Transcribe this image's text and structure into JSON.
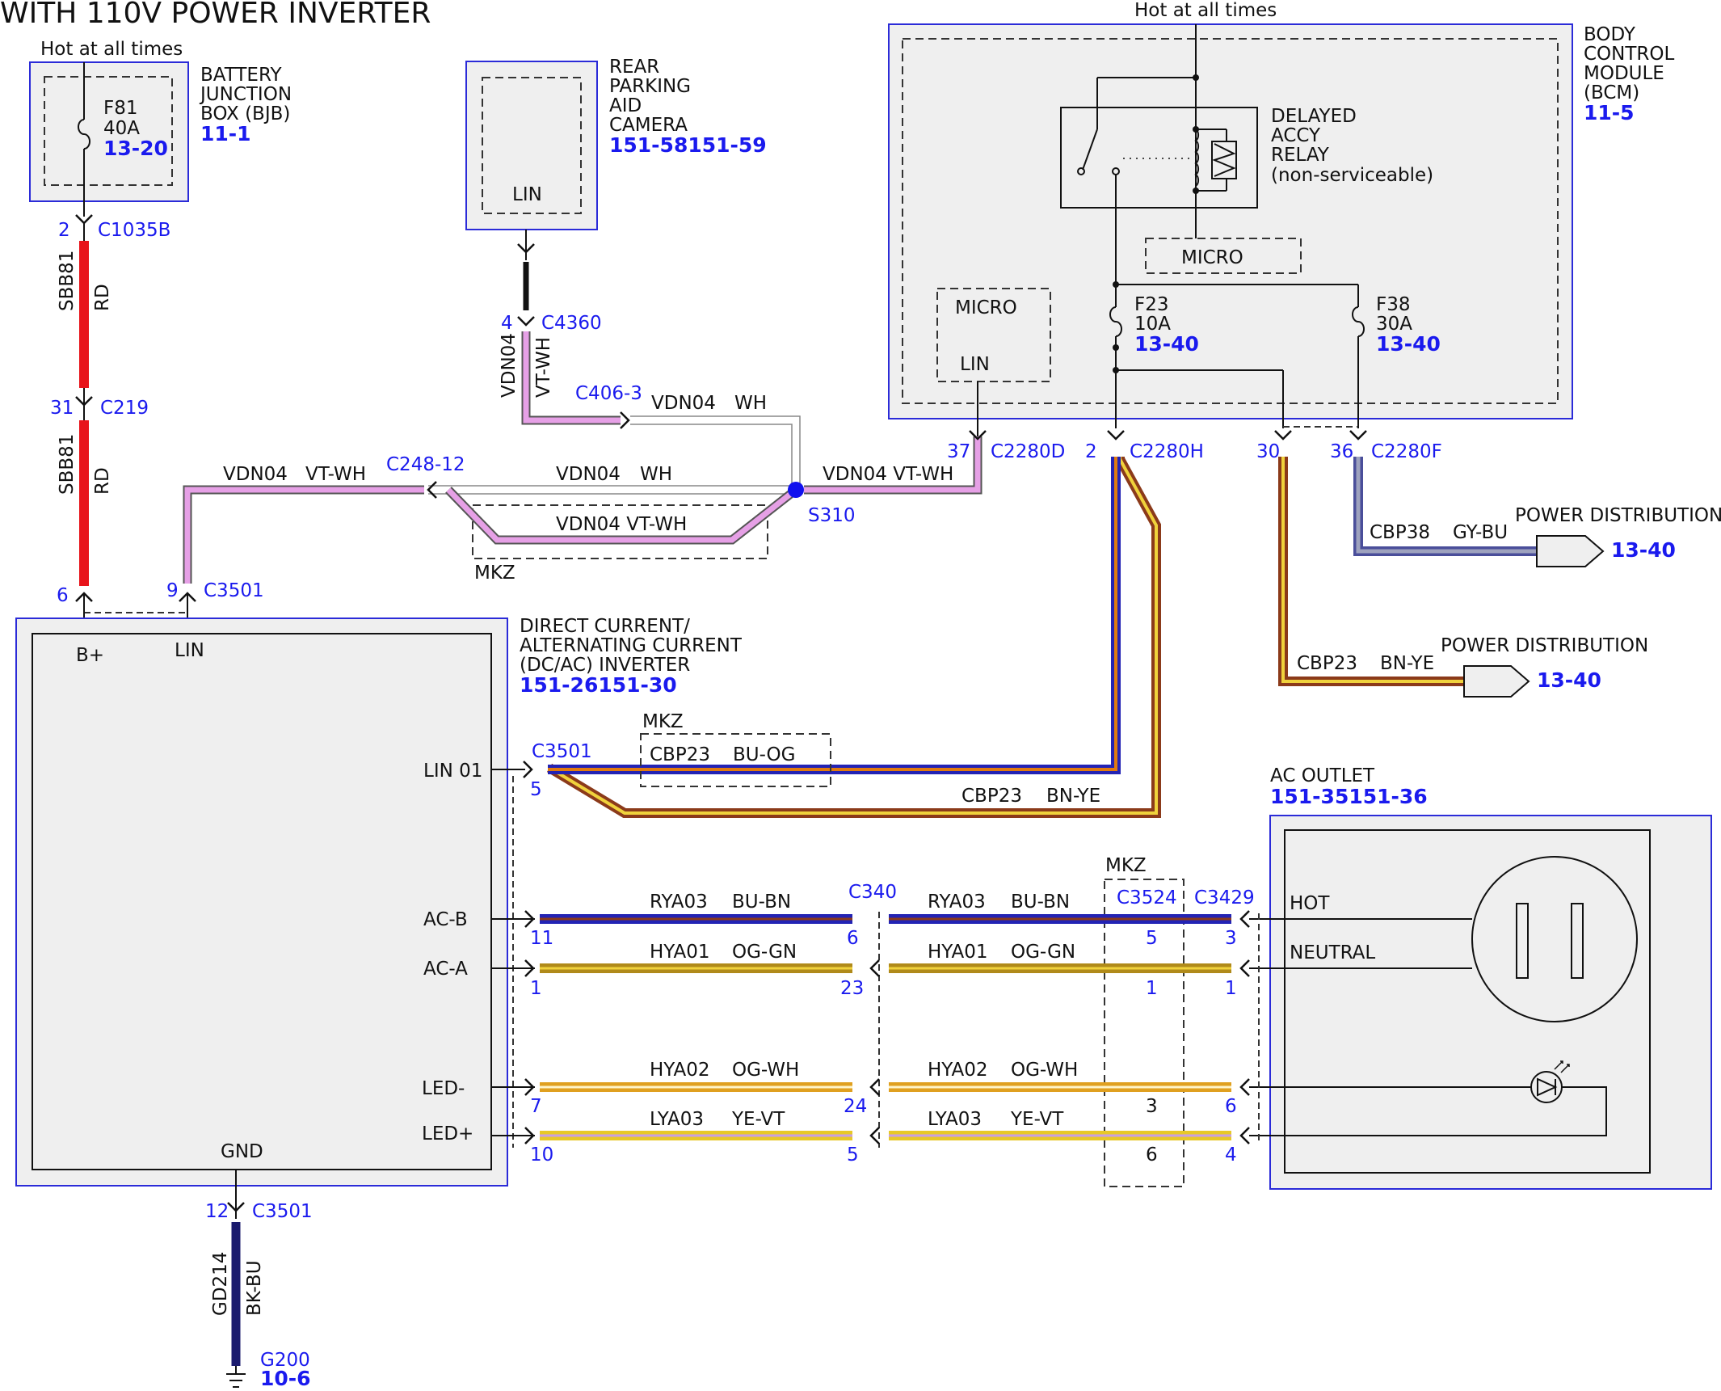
{
  "title": "WITH 110V POWER INVERTER",
  "colors": {
    "wire_rd": "#e8141b",
    "wire_vt_wh": "#e6a0e6",
    "wire_bu": "#2323b4",
    "wire_bn": "#8b3a1a",
    "wire_og": "#e07a10",
    "wire_yellow": "#f0d23c",
    "wire_gy": "#8a8ea8",
    "wire_bk": "#1a1a6e",
    "box_border": "#2b2bd8",
    "box_fill": "#efefef",
    "ref_blue": "#1a1aee"
  },
  "bjb": {
    "hot": "Hot at all times",
    "name1": "BATTERY",
    "name2": "JUNCTION",
    "name3": "BOX (BJB)",
    "ref": "11-1",
    "fuse": "F81",
    "amps": "40A",
    "fuse_ref": "13-20"
  },
  "camera": {
    "name1": "REAR",
    "name2": "PARKING",
    "name3": "AID",
    "name4": "CAMERA",
    "ref": "151-58151-59",
    "pin_label": "LIN"
  },
  "bcm": {
    "hot": "Hot at all times",
    "name1": "BODY",
    "name2": "CONTROL",
    "name3": "MODULE",
    "name4": "(BCM)",
    "ref": "11-5",
    "relay1": "DELAYED",
    "relay2": "ACCY",
    "relay3": "RELAY",
    "relay4": "(non-serviceable)",
    "micro": "MICRO",
    "micro_lin_1": "MICRO",
    "micro_lin_2": "LIN",
    "f23": "F23",
    "f23_amps": "10A",
    "f23_ref": "13-40",
    "f38": "F38",
    "f38_amps": "30A",
    "f38_ref": "13-40"
  },
  "inverter": {
    "name1": "DIRECT CURRENT/",
    "name2": "ALTERNATING CURRENT",
    "name3": "(DC/AC) INVERTER",
    "ref": "151-26151-30",
    "pin_bplus": "B+",
    "pin_lin": "LIN",
    "pin_lin01": "LIN 01",
    "pin_acb": "AC-B",
    "pin_aca": "AC-A",
    "pin_ledm": "LED-",
    "pin_ledp": "LED+",
    "pin_gnd": "GND"
  },
  "outlet": {
    "name": "AC OUTLET",
    "ref": "151-35151-36",
    "hot": "HOT",
    "neutral": "NEUTRAL"
  },
  "connectors": {
    "c1035b": "C1035B",
    "c1035b_pin": "2",
    "c219": "C219",
    "c219_pin": "31",
    "c3501_top": "C3501",
    "c3501_pin6": "6",
    "c3501_pin9": "9",
    "c4360": "C4360",
    "c4360_pin": "4",
    "c406": "C406-3",
    "c248": "C248-12",
    "s310": "S310",
    "c2280d": "C2280D",
    "c2280d_pin": "37",
    "c2280h": "C2280H",
    "c2280h_pin": "2",
    "c2280f": "C2280F",
    "c2280f_pin30": "30",
    "c2280f_pin36": "36",
    "c3501_lin": "C3501",
    "c3501_lin_pin": "5",
    "c340": "C340",
    "c3524": "C3524",
    "c3429": "C3429",
    "c3501_gnd": "C3501",
    "c3501_gnd_pin": "12",
    "g200": "G200",
    "g200_ref": "10-6",
    "pins_inv": [
      "11",
      "1",
      "7",
      "10"
    ],
    "pins_c340": [
      "6",
      "23",
      "24",
      "5"
    ],
    "pins_c3524": [
      "5",
      "1",
      "3",
      "6"
    ],
    "pins_c3429": [
      "3",
      "1",
      "6",
      "4"
    ]
  },
  "wires": {
    "sbb81": "SBB81",
    "rd": "RD",
    "vdn04": "VDN04",
    "vt_wh": "VT-WH",
    "wh": "WH",
    "vdn04_vtwh": "VDN04 VT-WH",
    "mkz": "MKZ",
    "cbp23": "CBP23",
    "bu_og": "BU-OG",
    "bn_ye": "BN-YE",
    "cbp38": "CBP38",
    "gy_bu": "GY-BU",
    "power_dist": "POWER DISTRIBUTION",
    "pd_ref": "13-40",
    "rya03": "RYA03",
    "bu_bn": "BU-BN",
    "hya01": "HYA01",
    "og_gn": "OG-GN",
    "hya02": "HYA02",
    "og_wh": "OG-WH",
    "lya03": "LYA03",
    "ye_vt": "YE-VT",
    "gd214": "GD214",
    "bk_bu": "BK-BU"
  }
}
